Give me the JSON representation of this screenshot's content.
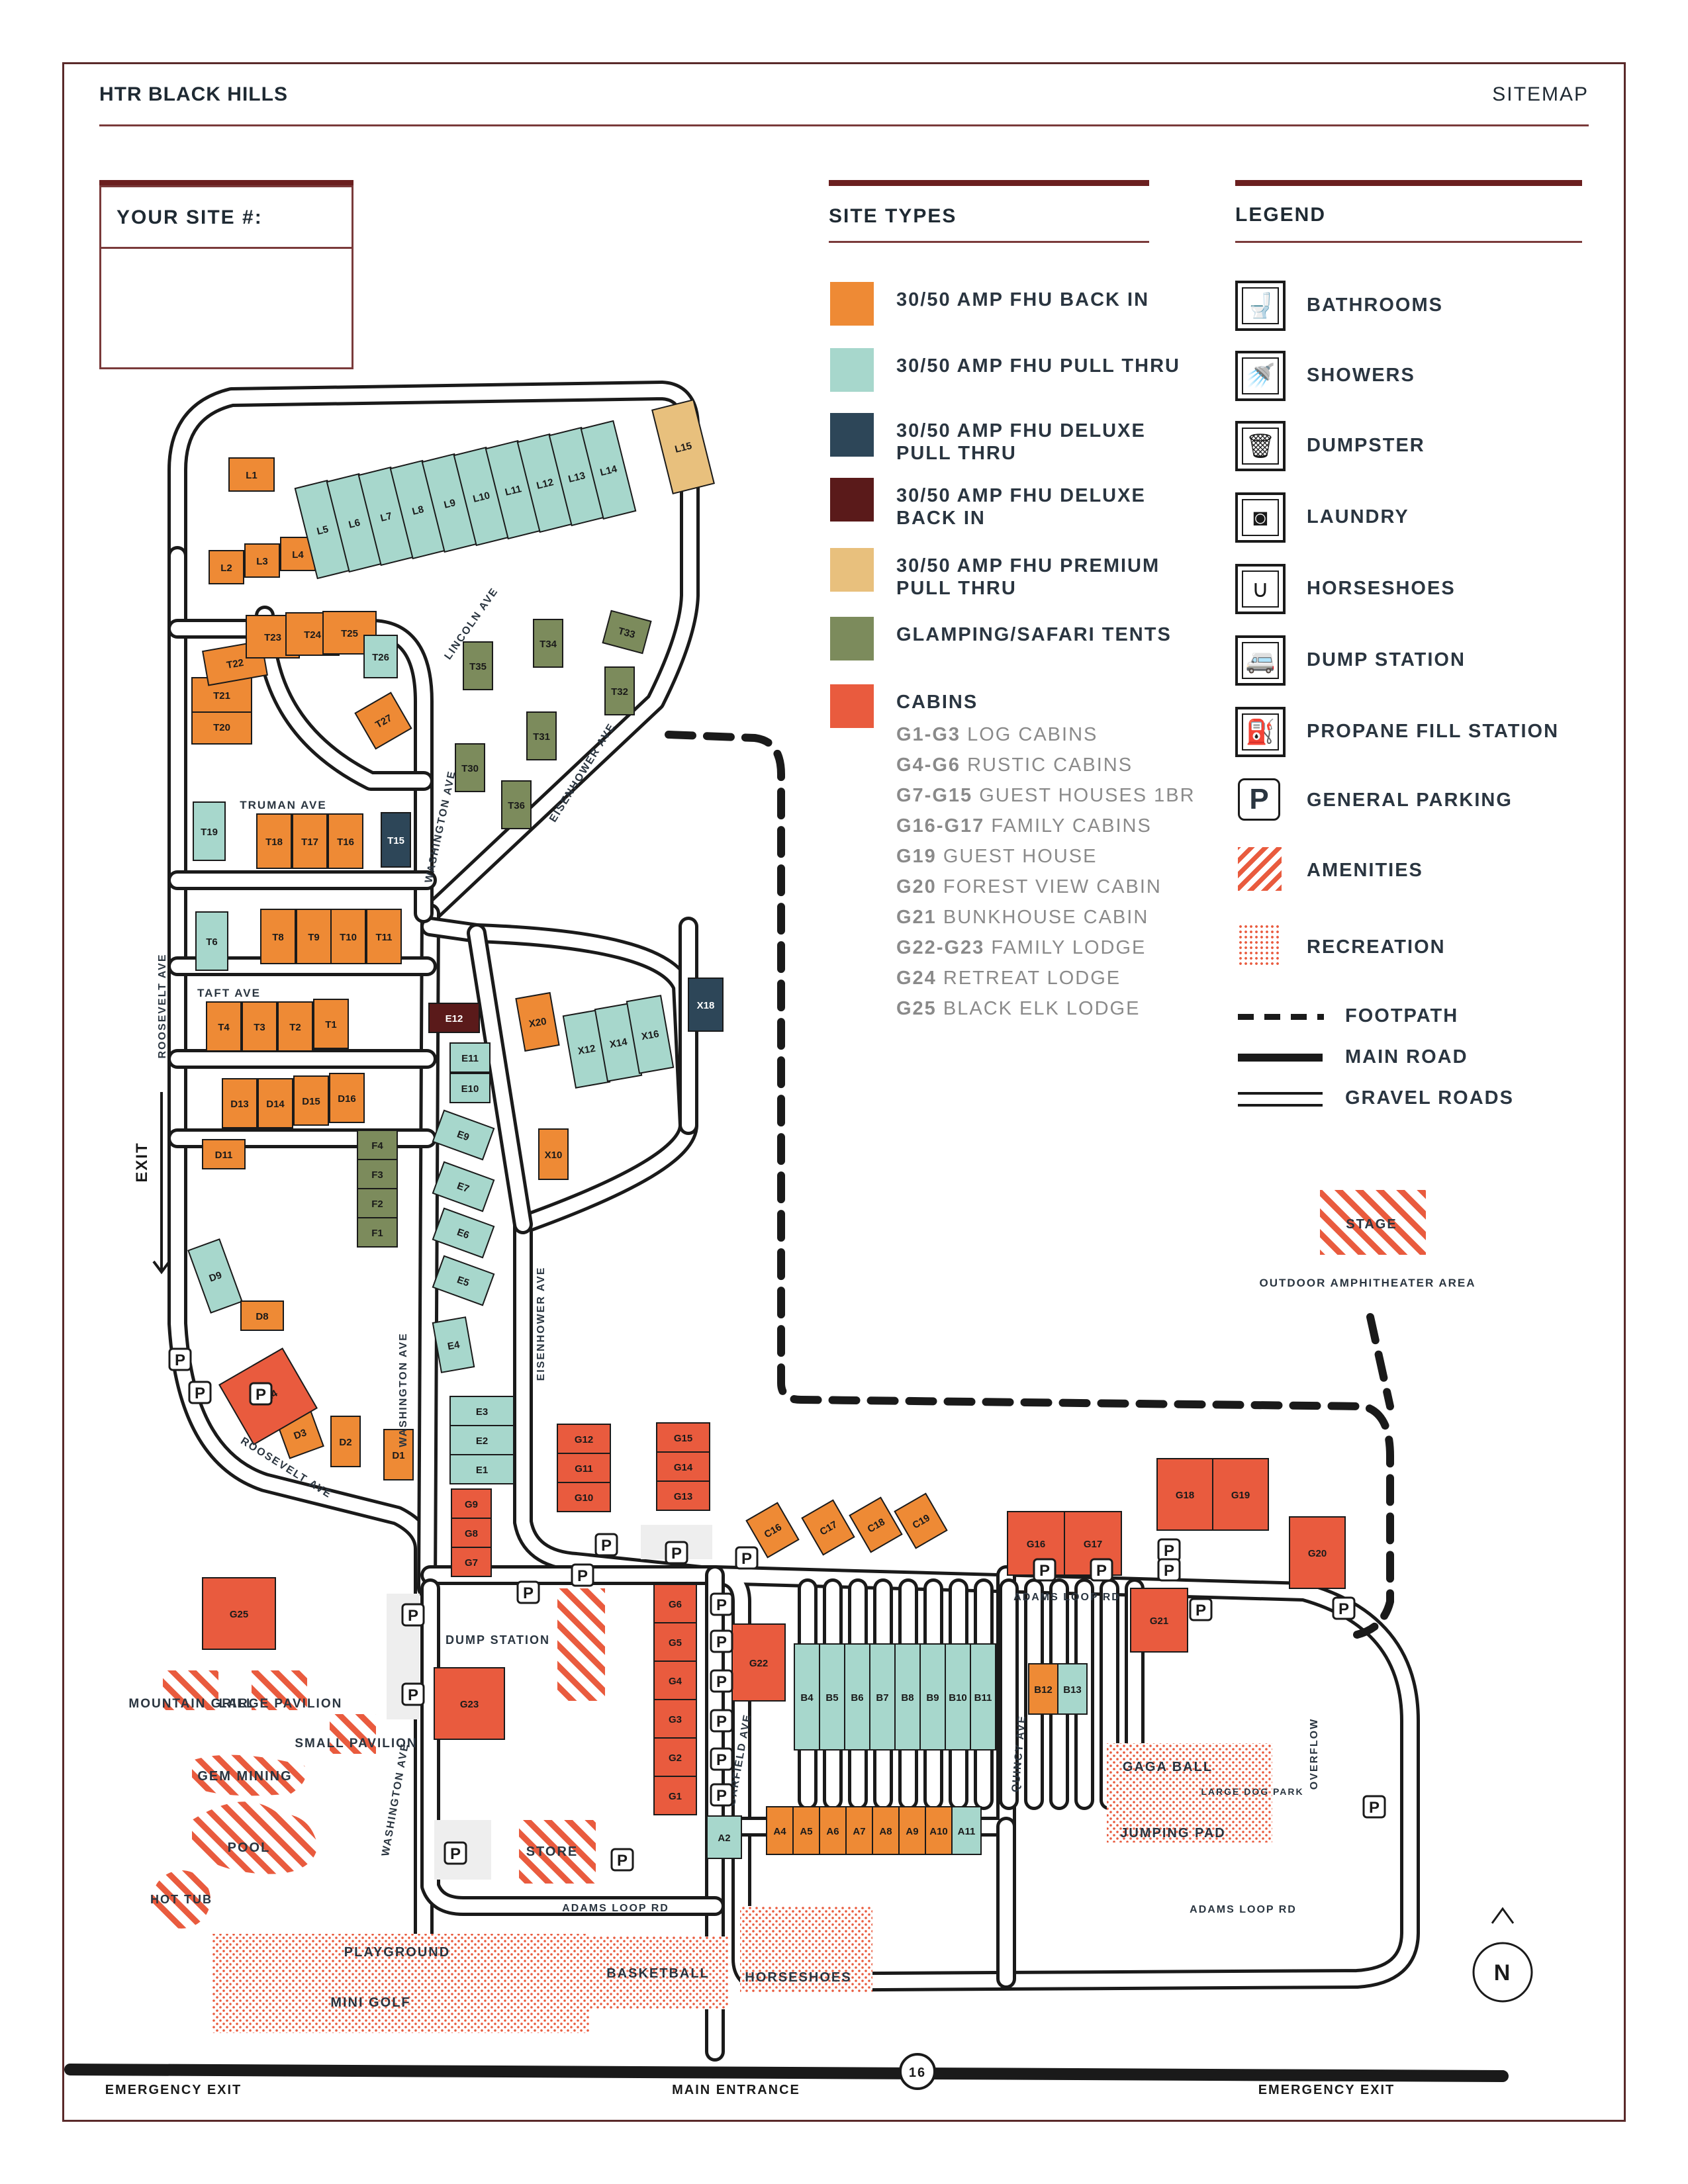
{
  "header": {
    "title": "HTR BLACK HILLS",
    "subtitle": "SITEMAP"
  },
  "your_site": {
    "label": "YOUR SITE #:"
  },
  "site_types": {
    "title": "SITE TYPES",
    "colors": {
      "backin": "#ee8a35",
      "pullthru": "#a7d7cc",
      "deluxe_pull": "#2d4658",
      "deluxe_back": "#5a1a1a",
      "premium": "#e8c07d",
      "glamping": "#7c8b5c",
      "cabin": "#e95b3e"
    },
    "items": [
      {
        "color": "#ee8a35",
        "label": "30/50 AMP FHU BACK IN"
      },
      {
        "color": "#a7d7cc",
        "label": "30/50 AMP FHU PULL THRU"
      },
      {
        "color": "#2d4658",
        "label": "30/50 AMP FHU DELUXE PULL THRU"
      },
      {
        "color": "#5a1a1a",
        "label": "30/50 AMP FHU DELUXE BACK IN"
      },
      {
        "color": "#e8c07d",
        "label": "30/50 AMP FHU PREMIUM PULL THRU"
      },
      {
        "color": "#7c8b5c",
        "label": "GLAMPING/SAFARI TENTS"
      },
      {
        "color": "#e95b3e",
        "label": "CABINS"
      }
    ],
    "cabins": [
      {
        "code": "G1-G3",
        "name": "LOG CABINS"
      },
      {
        "code": "G4-G6",
        "name": "RUSTIC CABINS"
      },
      {
        "code": "G7-G15",
        "name": "GUEST HOUSES 1BR"
      },
      {
        "code": "G16-G17",
        "name": "FAMILY CABINS"
      },
      {
        "code": "G19",
        "name": "GUEST HOUSE"
      },
      {
        "code": "G20",
        "name": "FOREST VIEW CABIN"
      },
      {
        "code": "G21",
        "name": "BUNKHOUSE CABIN"
      },
      {
        "code": "G22-G23",
        "name": "FAMILY LODGE"
      },
      {
        "code": "G24",
        "name": "RETREAT LODGE"
      },
      {
        "code": "G25",
        "name": "BLACK ELK LODGE"
      }
    ]
  },
  "legend": {
    "title": "LEGEND",
    "items": [
      {
        "icon": "toilet-icon",
        "label": "BATHROOMS"
      },
      {
        "icon": "shower-icon",
        "label": "SHOWERS"
      },
      {
        "icon": "trash-icon",
        "label": "DUMPSTER"
      },
      {
        "icon": "laundry-icon",
        "label": "LAUNDRY"
      },
      {
        "icon": "horseshoe-icon",
        "label": "HORSESHOES"
      },
      {
        "icon": "rv-icon",
        "label": "DUMP STATION"
      },
      {
        "icon": "propane-icon",
        "label": "PROPANE FILL STATION"
      },
      {
        "icon": "parking-icon",
        "label": "GENERAL PARKING"
      },
      {
        "icon": "amenities-swatch",
        "label": "AMENITIES"
      },
      {
        "icon": "recreation-swatch",
        "label": "RECREATION"
      },
      {
        "icon": "footpath-line",
        "label": "FOOTPATH"
      },
      {
        "icon": "main-road-line",
        "label": "MAIN ROAD"
      },
      {
        "icon": "gravel-road-line",
        "label": "GRAVEL ROADS"
      }
    ],
    "parking_letter": "P"
  },
  "map": {
    "streets": [
      "LINCOLN AVE",
      "TRUMAN AVE",
      "TAFT AVE",
      "ROOSEVELT AVE",
      "WASHINGTON AVE",
      "EISENHOWER AVE",
      "ADAMS LOOP RD",
      "GARFIELD AVE",
      "QUINCY AVE"
    ],
    "exit": "EXIT",
    "amenities": [
      "MOUNTAIN GRILL",
      "LARGE PAVILION",
      "SMALL PAVILION",
      "GEM MINING",
      "POOL",
      "HOT TUB",
      "STORE",
      "STAGE",
      "OUTDOOR AMPHITHEATER AREA",
      "DUMP STATION"
    ],
    "recreation": [
      "PLAYGROUND",
      "MINI GOLF",
      "BASKETBALL",
      "HORSESHOES",
      "GAGA BALL",
      "JUMPING PAD",
      "LARGE DOG PARK",
      "OVERFLOW"
    ],
    "bottom": {
      "left": "EMERGENCY EXIT",
      "center": "MAIN ENTRANCE",
      "right": "EMERGENCY EXIT",
      "page": "16"
    },
    "north": "N"
  }
}
